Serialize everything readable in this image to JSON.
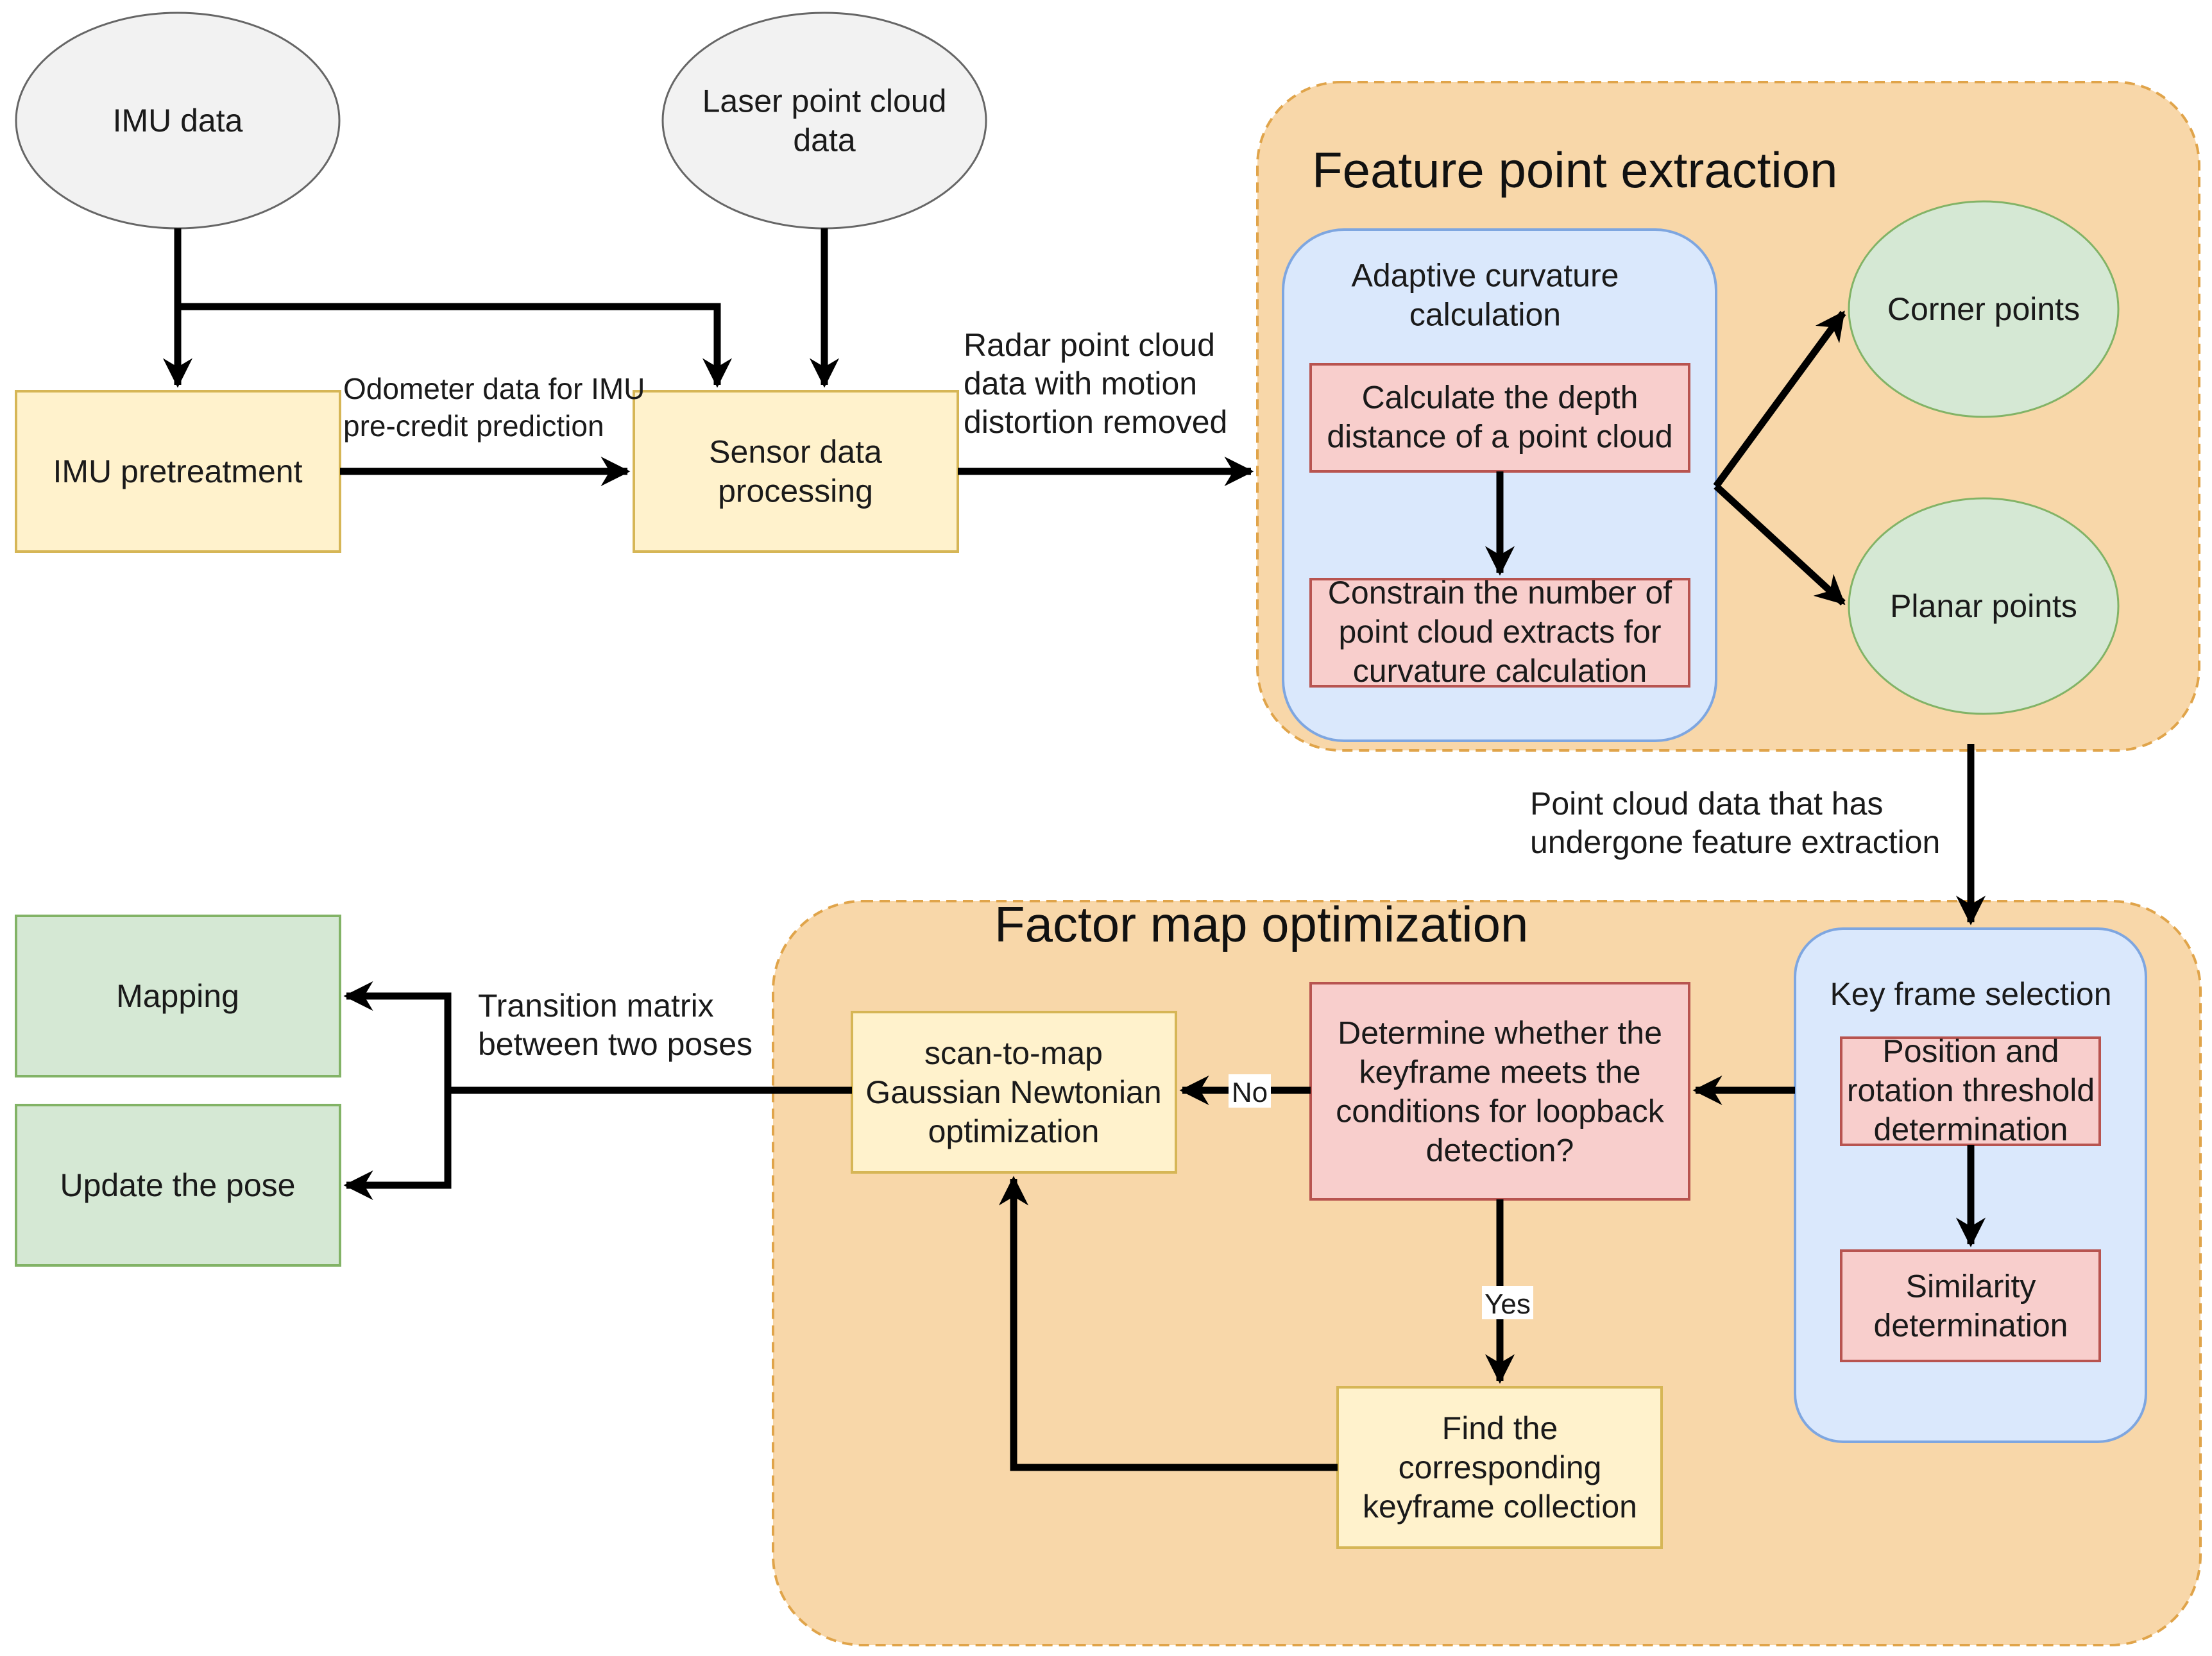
{
  "colors": {
    "group_fill": "#f8d7a9",
    "group_border": "#e0a44a",
    "blue_fill": "#dae8fc",
    "blue_border": "#7ea6e0",
    "red_fill": "#f8cecc",
    "red_border": "#b85450",
    "yellow_fill": "#fff2cc",
    "yellow_border": "#d6b656",
    "green_fill": "#d5e8d4",
    "green_border": "#82b366",
    "grey_fill": "#f2f2f2",
    "grey_border": "#666666",
    "arrow": "#000000"
  },
  "groups": {
    "feature_extraction": "Feature point extraction",
    "factor_map": "Factor map optimization"
  },
  "nodes": {
    "imu_data": [
      "IMU data"
    ],
    "laser_data": [
      "Laser point cloud",
      "data"
    ],
    "imu_pretreatment": [
      "IMU pretreatment"
    ],
    "sensor_processing": [
      "Sensor data",
      "processing"
    ],
    "adaptive_curvature": [
      "Adaptive curvature",
      "calculation"
    ],
    "depth_distance": [
      "Calculate the depth",
      "distance of a point cloud"
    ],
    "constrain_number": [
      "Constrain the number of",
      "point cloud extracts for",
      "curvature calculation"
    ],
    "corner_points": [
      "Corner points"
    ],
    "planar_points": [
      "Planar points"
    ],
    "key_frame_selection": [
      "Key frame selection"
    ],
    "position_rotation": [
      "Position and",
      "rotation threshold",
      "determination"
    ],
    "similarity": [
      "Similarity",
      "determination"
    ],
    "loopback_decision": [
      "Determine whether the",
      "keyframe meets the",
      "conditions for loopback",
      "detection?"
    ],
    "scan_to_map": [
      "scan-to-map",
      "Gaussian Newtonian",
      "optimization"
    ],
    "find_keyframes": [
      "Find the",
      "corresponding",
      "keyframe collection"
    ],
    "mapping": [
      "Mapping"
    ],
    "update_pose": [
      "Update the pose"
    ]
  },
  "edge_labels": {
    "odometer": [
      "Odometer data for IMU",
      "pre-credit prediction"
    ],
    "radar": [
      "Radar point cloud",
      "data with motion",
      "distortion removed"
    ],
    "feature_extracted": [
      "Point cloud data that has",
      "undergone feature extraction"
    ],
    "transition": [
      "Transition matrix",
      "between two poses"
    ],
    "no": "No",
    "yes": "Yes"
  }
}
